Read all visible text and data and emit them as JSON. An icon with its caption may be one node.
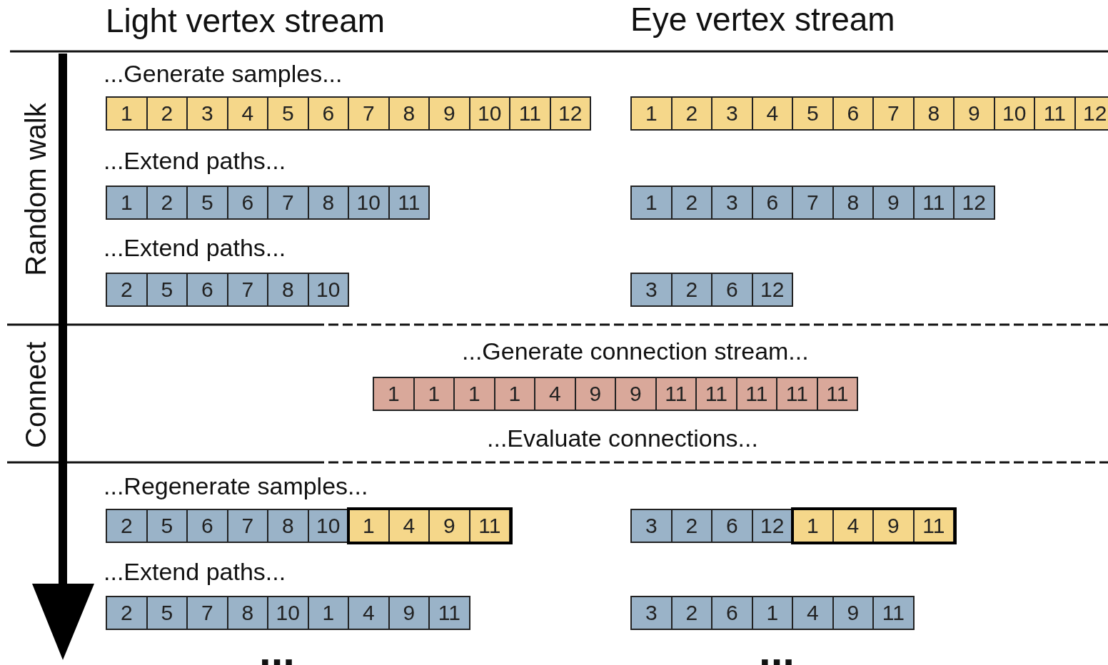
{
  "diagram": {
    "nodes": [
      {
        "text": [
          "1"
        ]
      },
      {
        "text": [
          "2"
        ]
      },
      {
        "text": [
          "3"
        ]
      },
      {
        "text": [
          "4"
        ]
      },
      {
        "text": [
          "5"
        ]
      },
      {
        "text": [
          "6"
        ]
      },
      {
        "text": [
          "7"
        ]
      },
      {
        "text": [
          "8"
        ]
      },
      {
        "text": [
          "9"
        ]
      },
      {
        "text": [
          "10"
        ]
      },
      {
        "text": [
          "11"
        ]
      },
      {
        "text": [
          "12"
        ]
      },
      {
        "text": [
          "1"
        ]
      },
      {
        "text": [
          "2"
        ]
      },
      {
        "text": [
          "3"
        ]
      },
      {
        "text": [
          "4"
        ]
      },
      {
        "text": [
          "5"
        ]
      },
      {
        "text": [
          "6"
        ]
      },
      {
        "text": [
          "7"
        ]
      },
      {
        "text": [
          "8"
        ]
      },
      {
        "text": [
          "9"
        ]
      },
      {
        "text": [
          "10"
        ]
      },
      {
        "text": [
          "11"
        ]
      },
      {
        "text": [
          "12"
        ]
      },
      {
        "text": [
          "1"
        ]
      },
      {
        "text": [
          "2"
        ]
      },
      {
        "text": [
          "5"
        ]
      },
      {
        "text": [
          "6"
        ]
      },
      {
        "text": [
          "7"
        ]
      },
      {
        "text": [
          "8"
        ]
      },
      {
        "text": [
          "10"
        ]
      },
      {
        "text": [
          "11"
        ]
      },
      {
        "text": [
          "1"
        ]
      },
      {
        "text": [
          "2"
        ]
      },
      {
        "text": [
          "3"
        ]
      },
      {
        "text": [
          "6"
        ]
      },
      {
        "text": [
          "7"
        ]
      },
      {
        "text": [
          "8"
        ]
      },
      {
        "text": [
          "9"
        ]
      },
      {
        "text": [
          "11"
        ]
      },
      {
        "text": [
          "12"
        ]
      },
      {
        "text": [
          "2"
        ]
      },
      {
        "text": [
          "5"
        ]
      },
      {
        "text": [
          "6"
        ]
      },
      {
        "text": [
          "7"
        ]
      },
      {
        "text": [
          "8"
        ]
      },
      {
        "text": [
          "10"
        ]
      },
      {
        "text": [
          "3"
        ]
      },
      {
        "text": [
          "2"
        ]
      },
      {
        "text": [
          "6"
        ]
      },
      {
        "text": [
          "12"
        ]
      },
      {
        "text": [
          "1"
        ]
      },
      {
        "text": [
          "1"
        ]
      },
      {
        "text": [
          "1"
        ]
      },
      {
        "text": [
          "1"
        ]
      },
      {
        "text": [
          "4"
        ]
      },
      {
        "text": [
          "9"
        ]
      },
      {
        "text": [
          "9"
        ]
      },
      {
        "text": [
          "11"
        ]
      },
      {
        "text": [
          "11"
        ]
      },
      {
        "text": [
          "11"
        ]
      },
      {
        "text": [
          "11"
        ]
      },
      {
        "text": [
          "11"
        ]
      },
      {
        "text": [
          "2"
        ]
      },
      {
        "text": [
          "5"
        ]
      },
      {
        "text": [
          "6"
        ]
      },
      {
        "text": [
          "7"
        ]
      },
      {
        "text": [
          "8"
        ]
      },
      {
        "text": [
          "10"
        ]
      },
      {
        "text": [
          "1"
        ]
      },
      {
        "text": [
          "4"
        ]
      },
      {
        "text": [
          "9"
        ]
      },
      {
        "text": [
          "11"
        ]
      },
      {
        "text": [
          "3"
        ]
      },
      {
        "text": [
          "2"
        ]
      },
      {
        "text": [
          "6"
        ]
      },
      {
        "text": [
          "12"
        ]
      },
      {
        "text": [
          "1"
        ]
      },
      {
        "text": [
          "4"
        ]
      },
      {
        "text": [
          "9"
        ]
      },
      {
        "text": [
          "11"
        ]
      },
      {
        "text": [
          "2"
        ]
      },
      {
        "text": [
          "5"
        ]
      },
      {
        "text": [
          "7"
        ]
      },
      {
        "text": [
          "8"
        ]
      },
      {
        "text": [
          "10"
        ]
      },
      {
        "text": [
          "1"
        ]
      },
      {
        "text": [
          "4"
        ]
      },
      {
        "text": [
          "9"
        ]
      },
      {
        "text": [
          "11"
        ]
      },
      {
        "text": [
          "3"
        ]
      },
      {
        "text": [
          "2"
        ]
      },
      {
        "text": [
          "6"
        ]
      },
      {
        "text": [
          "1"
        ]
      },
      {
        "text": [
          "4"
        ]
      },
      {
        "text": [
          "9"
        ]
      },
      {
        "text": [
          "11"
        ]
      }
    ],
    "labels": [
      "Light vertex stream",
      "Eye vertex stream",
      "Random walk",
      "...Generate samples...",
      "...Extend paths...",
      "...Extend paths...",
      "Connect",
      "...Generate connection stream...",
      "...Evaluate connections...",
      "...Regenerate samples...",
      "...Extend paths...",
      "...",
      "..."
    ]
  }
}
